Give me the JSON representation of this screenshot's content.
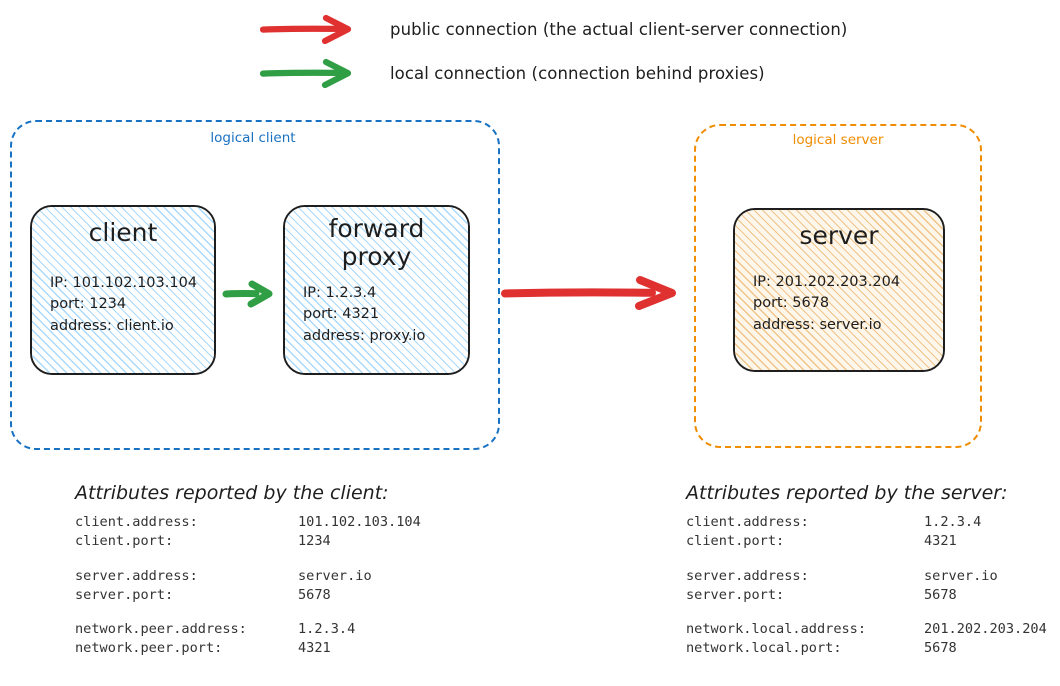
{
  "legend": [
    {
      "arrow_color": "#e03131",
      "arrow_name": "red-arrow-icon",
      "label": "public connection (the actual client-server connection)"
    },
    {
      "arrow_color": "#2f9e44",
      "arrow_name": "green-arrow-icon",
      "label": "local connection (connection behind proxies)"
    }
  ],
  "containers": {
    "client": {
      "label": "logical client",
      "color": "#1971c2"
    },
    "server": {
      "label": "logical server",
      "color": "#f08c00"
    }
  },
  "nodes": {
    "client": {
      "title": "client",
      "props": [
        "IP: 101.102.103.104",
        "port: 1234",
        "address: client.io"
      ]
    },
    "proxy": {
      "title_line1": "forward",
      "title_line2": "proxy",
      "props": [
        "IP: 1.2.3.4",
        "port: 4321",
        "address: proxy.io"
      ]
    },
    "server": {
      "title": "server",
      "props": [
        "IP: 201.202.203.204",
        "port: 5678",
        "address: server.io"
      ]
    }
  },
  "arrows": {
    "client_to_proxy": {
      "color": "#2f9e44",
      "kind": "local"
    },
    "proxy_to_server": {
      "color": "#e03131",
      "kind": "public"
    }
  },
  "attributes": {
    "client_side": {
      "heading": "Attributes reported by the client:",
      "groups": [
        [
          {
            "key": "client.address:",
            "value": "101.102.103.104"
          },
          {
            "key": "client.port:",
            "value": "1234"
          }
        ],
        [
          {
            "key": "server.address:",
            "value": "server.io"
          },
          {
            "key": "server.port:",
            "value": "5678"
          }
        ],
        [
          {
            "key": "network.peer.address:",
            "value": "1.2.3.4"
          },
          {
            "key": "network.peer.port:",
            "value": "4321"
          }
        ]
      ]
    },
    "server_side": {
      "heading": "Attributes reported by the server:",
      "groups": [
        [
          {
            "key": "client.address:",
            "value": "1.2.3.4"
          },
          {
            "key": "client.port:",
            "value": "4321"
          }
        ],
        [
          {
            "key": "server.address:",
            "value": "server.io"
          },
          {
            "key": "server.port:",
            "value": "5678"
          }
        ],
        [
          {
            "key": "network.local.address:",
            "value": "201.202.203.204"
          },
          {
            "key": "network.local.port:",
            "value": "5678"
          }
        ]
      ]
    }
  }
}
